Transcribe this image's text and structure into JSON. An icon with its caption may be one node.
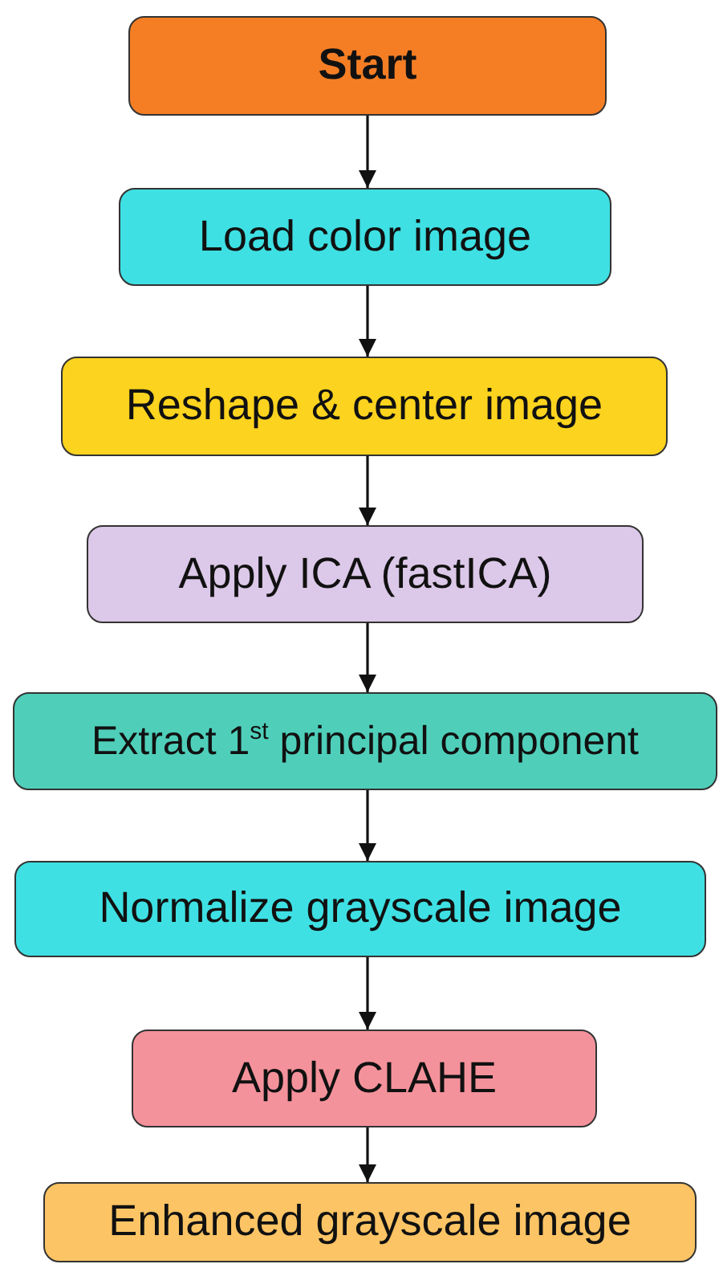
{
  "diagram": {
    "nodes": [
      {
        "text": [
          "Start"
        ]
      },
      {
        "text": [
          "Load color image"
        ]
      },
      {
        "text": [
          "Reshape & center image"
        ]
      },
      {
        "text": [
          "Apply ICA (fastICA)"
        ]
      },
      {
        "text": [
          "Extract 1$^{st}$ principal component"
        ]
      },
      {
        "text": [
          "Normalize grayscale image"
        ]
      },
      {
        "text": [
          "Apply CLAHE"
        ]
      },
      {
        "text": [
          "Enhanced grayscale image"
        ]
      }
    ],
    "edges": [
      {
        "from": 0,
        "to": 1,
        "arrow": "to"
      },
      {
        "from": 1,
        "to": 2,
        "arrow": "to"
      },
      {
        "from": 2,
        "to": 3,
        "arrow": "to"
      },
      {
        "from": 3,
        "to": 4,
        "arrow": "to"
      },
      {
        "from": 4,
        "to": 5,
        "arrow": "to"
      },
      {
        "from": 5,
        "to": 6,
        "arrow": "to"
      },
      {
        "from": 6,
        "to": 7,
        "arrow": "to"
      }
    ]
  }
}
